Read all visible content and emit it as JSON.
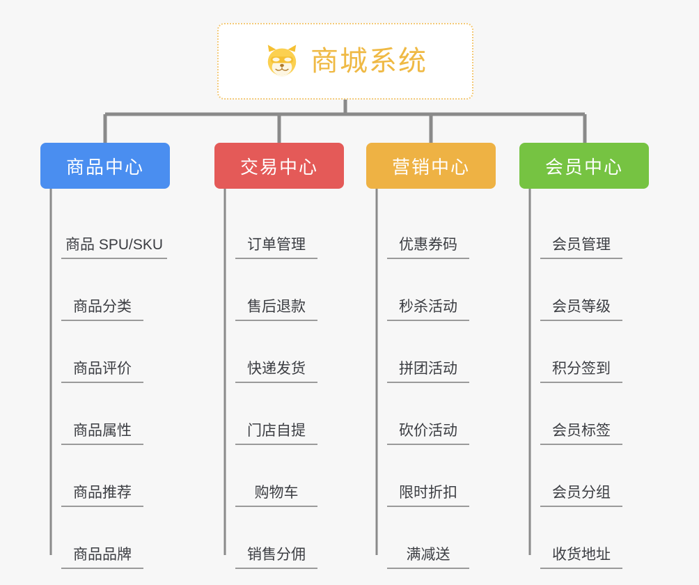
{
  "root": {
    "title": "商城系统",
    "icon": "shiba-dog-icon",
    "accent_color": "#efb944",
    "border_color": "#f3c977",
    "background": "#ffffff"
  },
  "canvas": {
    "background_color": "#f7f7f7",
    "connector_color": "#8a8a8a"
  },
  "branches": [
    {
      "label": "商品中心",
      "color": "#4a8ef0",
      "leaves": [
        "商品 SPU/SKU",
        "商品分类",
        "商品评价",
        "商品属性",
        "商品推荐",
        "商品品牌"
      ]
    },
    {
      "label": "交易中心",
      "color": "#e45a58",
      "leaves": [
        "订单管理",
        "售后退款",
        "快递发货",
        "门店自提",
        "购物车",
        "销售分佣"
      ]
    },
    {
      "label": "营销中心",
      "color": "#eeb244",
      "leaves": [
        "优惠券码",
        "秒杀活动",
        "拼团活动",
        "砍价活动",
        "限时折扣",
        "满减送"
      ]
    },
    {
      "label": "会员中心",
      "color": "#76c342",
      "leaves": [
        "会员管理",
        "会员等级",
        "积分签到",
        "会员标签",
        "会员分组",
        "收货地址"
      ]
    }
  ]
}
